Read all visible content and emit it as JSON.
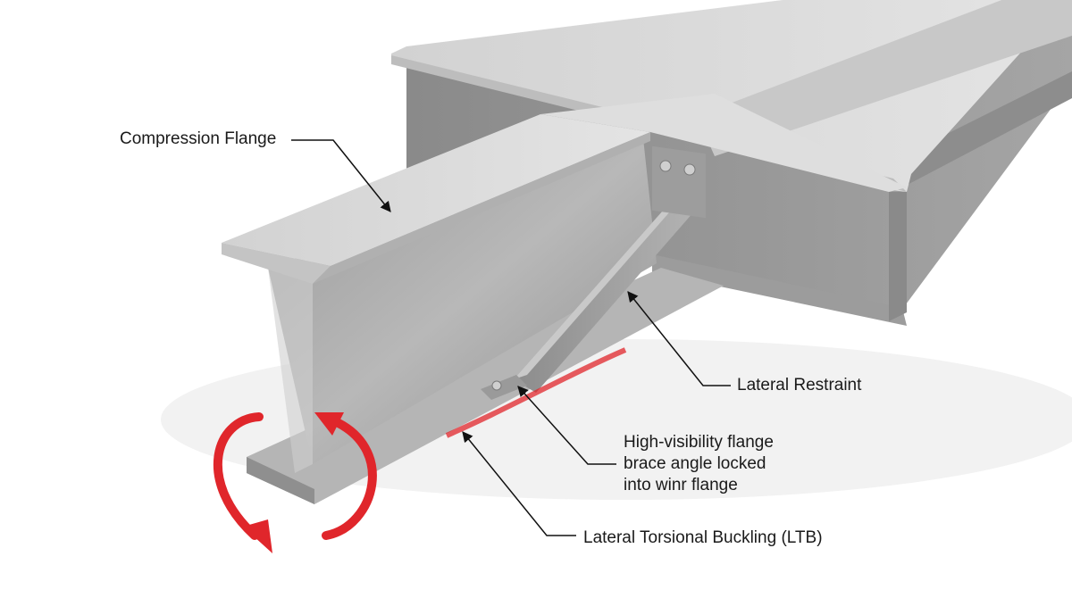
{
  "labels": {
    "compression_flange": "Compression Flange",
    "lateral_restraint": "Lateral Restraint",
    "brace_lines": [
      "High-visibility flange",
      "brace angle locked",
      "into winr flange"
    ],
    "ltb": "Lateral Torsional Buckling (LTB)"
  },
  "colors": {
    "steel_light": "#d8d8d8",
    "steel_mid": "#a9a9a9",
    "steel_dark": "#7a7a7a",
    "buckle_red": "#e0262b",
    "leader": "#111111"
  },
  "icons": [
    "rotation-arrow-icon"
  ]
}
